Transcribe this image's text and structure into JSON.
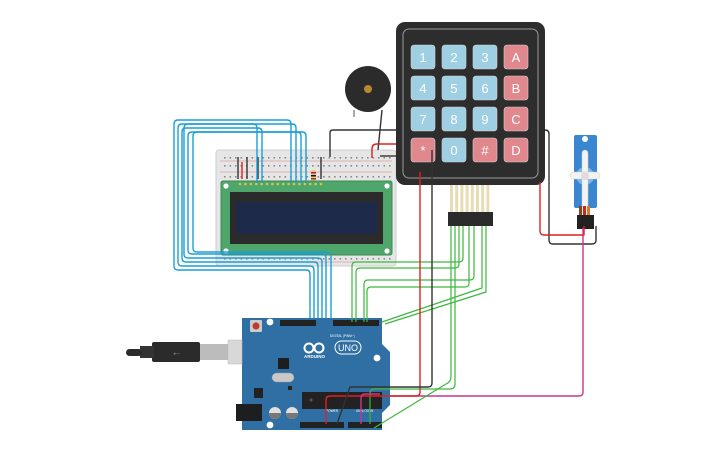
{
  "canvas": {
    "title": "Arduino keypad lock circuit",
    "background": "#ffffff"
  },
  "components": {
    "keypad": {
      "name": "4x4 Keypad",
      "keys": [
        [
          "1",
          "2",
          "3",
          "A"
        ],
        [
          "4",
          "5",
          "6",
          "B"
        ],
        [
          "7",
          "8",
          "9",
          "C"
        ],
        [
          "*",
          "0",
          "#",
          "D"
        ]
      ],
      "key_kinds": [
        [
          "num",
          "num",
          "num",
          "letter"
        ],
        [
          "num",
          "num",
          "num",
          "letter"
        ],
        [
          "num",
          "num",
          "num",
          "letter"
        ],
        [
          "sym",
          "num",
          "sym",
          "letter"
        ]
      ],
      "colors": {
        "body": "#2d2d2d",
        "num": "#9fcfe3",
        "letter": "#e0888e",
        "sym": "#e0888e"
      }
    },
    "arduino": {
      "brand": "ARDUINO",
      "model": "UNO",
      "digital_label": "DIGITAL (PWM~)",
      "power_label": "POWER",
      "analog_label": "ANALOG IN",
      "color": "#2f6fa3"
    },
    "lcd": {
      "name": "LCD 16x2",
      "board_color": "#4ea66a",
      "screen_color": "#1e2a4a"
    },
    "buzzer": {
      "name": "Piezo"
    },
    "servo": {
      "name": "Positional Micro Servo",
      "color": "#3b86d0"
    },
    "breadboard": {
      "name": "Breadboard small"
    },
    "resistor": {
      "name": "Resistor"
    },
    "usb_cable": {
      "name": "USB cable"
    }
  },
  "wire_colors": {
    "blue": "#1a9fd6",
    "green": "#3db83d",
    "red": "#e02020",
    "black": "#333333",
    "magenta": "#c8358a"
  }
}
